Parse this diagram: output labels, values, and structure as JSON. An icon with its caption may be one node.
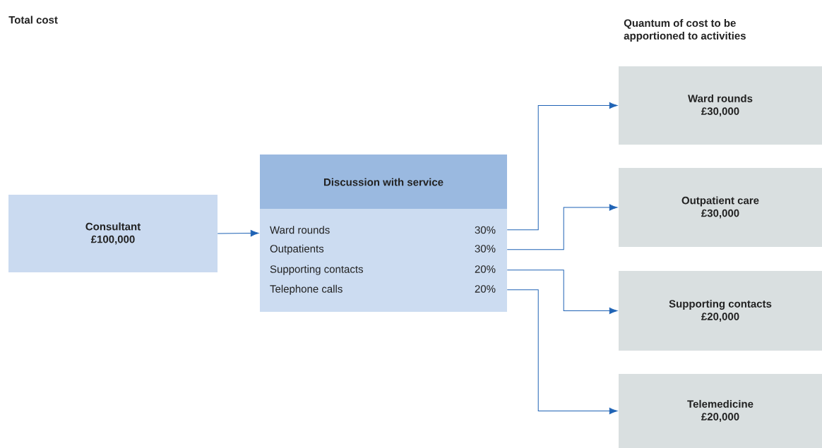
{
  "diagram": {
    "nodes": [
      {
        "text": [
          "Consultant",
          "£100,000"
        ]
      },
      {
        "text": [
          "Discussion with service"
        ]
      },
      {
        "text": [
          "Ward rounds",
          "30%"
        ],
        "in": 1
      },
      {
        "text": [
          "Outpatients",
          "30%"
        ],
        "in": 1
      },
      {
        "text": [
          "Supporting contacts",
          "20%"
        ],
        "in": 1
      },
      {
        "text": [
          "Telephone calls",
          "20%"
        ],
        "in": 1
      },
      {
        "text": [
          "Ward rounds",
          "£30,000"
        ]
      },
      {
        "text": [
          "Outpatient care",
          "£30,000"
        ]
      },
      {
        "text": [
          "Supporting contacts",
          "£20,000"
        ]
      },
      {
        "text": [
          "Telemedicine",
          "£20,000"
        ]
      }
    ],
    "edges": [
      {
        "from": 0,
        "to": 1,
        "arrow": "to"
      },
      {
        "from": 2,
        "to": 6,
        "arrow": "to"
      },
      {
        "from": 3,
        "to": 7,
        "arrow": "to"
      },
      {
        "from": 4,
        "to": 8,
        "arrow": "to"
      },
      {
        "from": 5,
        "to": 9,
        "arrow": "to"
      }
    ],
    "labels": [
      "Total cost",
      "Quantum of cost to be apportioned to activities"
    ]
  }
}
